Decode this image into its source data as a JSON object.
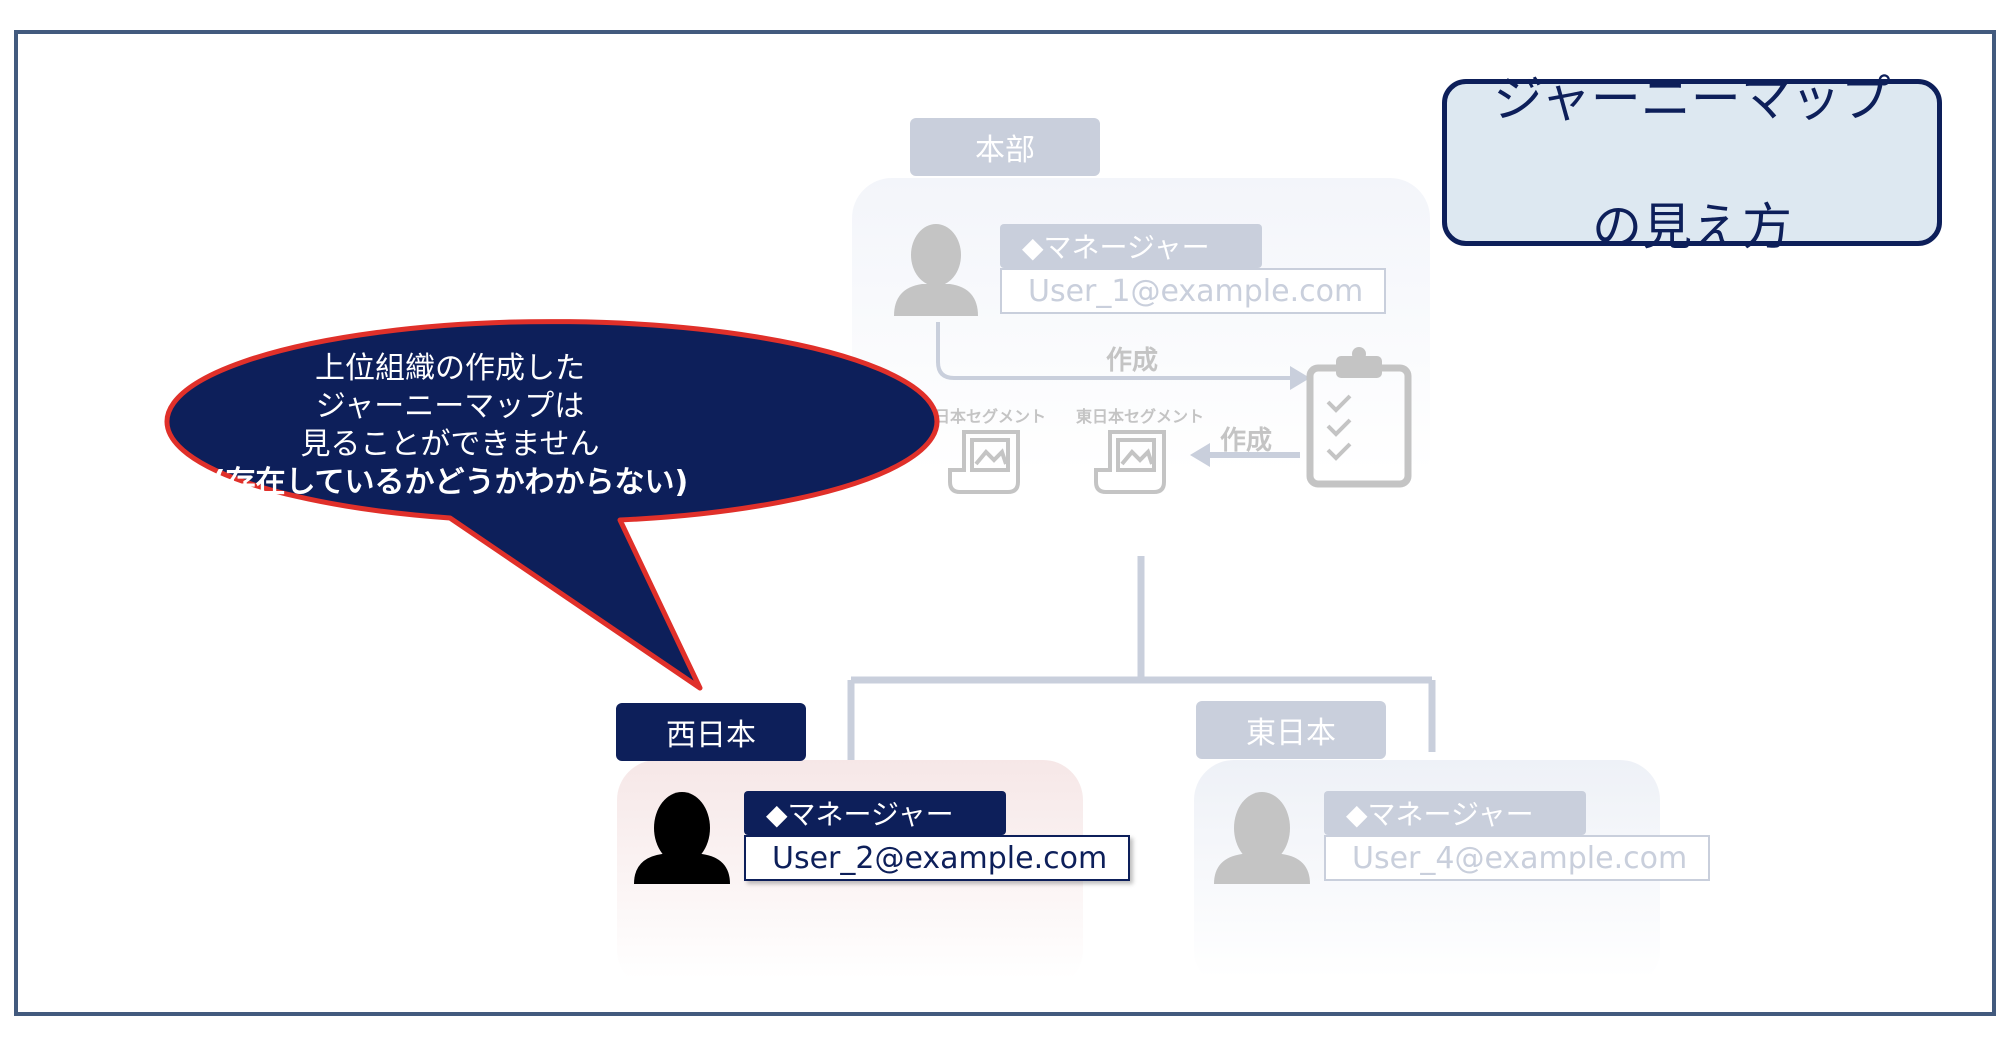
{
  "title": {
    "line1": "ジャーニーマップ",
    "line2": "の見え方"
  },
  "headquarters": {
    "label": "本部",
    "role": "◆マネージャー",
    "email": "User_1@example.com",
    "created_label_top": "作成",
    "created_label_bottom": "作成",
    "segments": [
      "西日本セグメント",
      "東日本セグメント"
    ]
  },
  "west": {
    "label": "西日本",
    "role": "◆マネージャー",
    "email": "User_2@example.com"
  },
  "east": {
    "label": "東日本",
    "role": "◆マネージャー",
    "email": "User_4@example.com"
  },
  "callout": {
    "line1": "上位組織の作成した",
    "line2": "ジャーニーマップは",
    "line3": "見ることができません",
    "line4": "(存在しているかどうかわからない)"
  },
  "colors": {
    "navy": "#0d1f5a",
    "faded": "#c9cfdc",
    "callout_border": "#e0302a",
    "frame": "#425a7e"
  },
  "icons": [
    "user-icon",
    "clipboard-checklist-icon",
    "image-scroll-icon",
    "arrow-icon"
  ]
}
